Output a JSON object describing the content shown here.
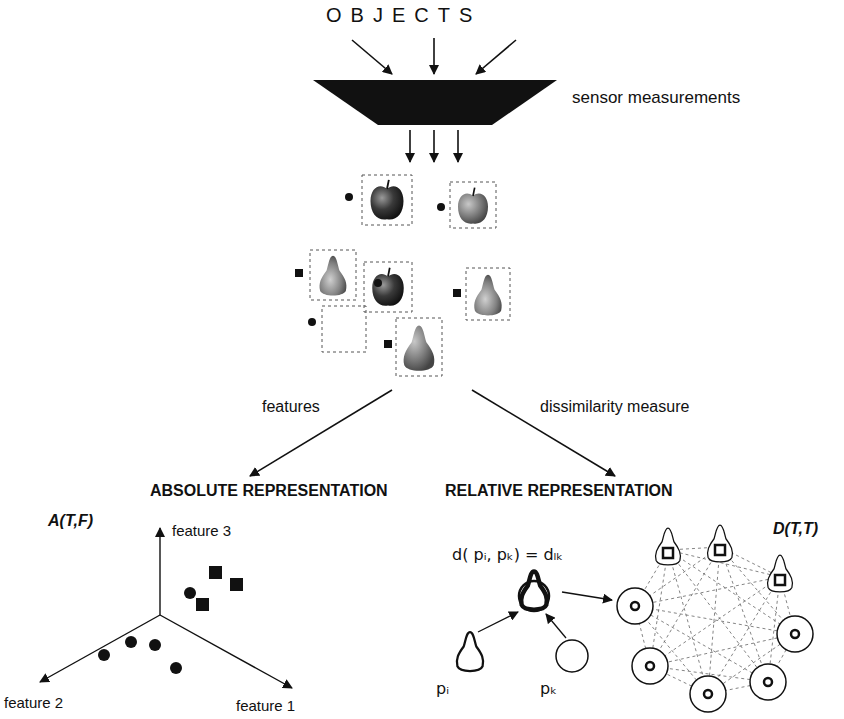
{
  "diagram": {
    "labels": [
      "OBJECTS",
      "sensor measurements",
      "features",
      "dissimilarity measure",
      "ABSOLUTE REPRESENTATION",
      "A(T,F)",
      "feature 3",
      "feature 2",
      "feature 1",
      "RELATIVE REPRESENTATION",
      "d( pᵢ, pₖ) = dₗₖ",
      "pᵢ",
      "pₖ",
      "D(T,T)"
    ]
  }
}
